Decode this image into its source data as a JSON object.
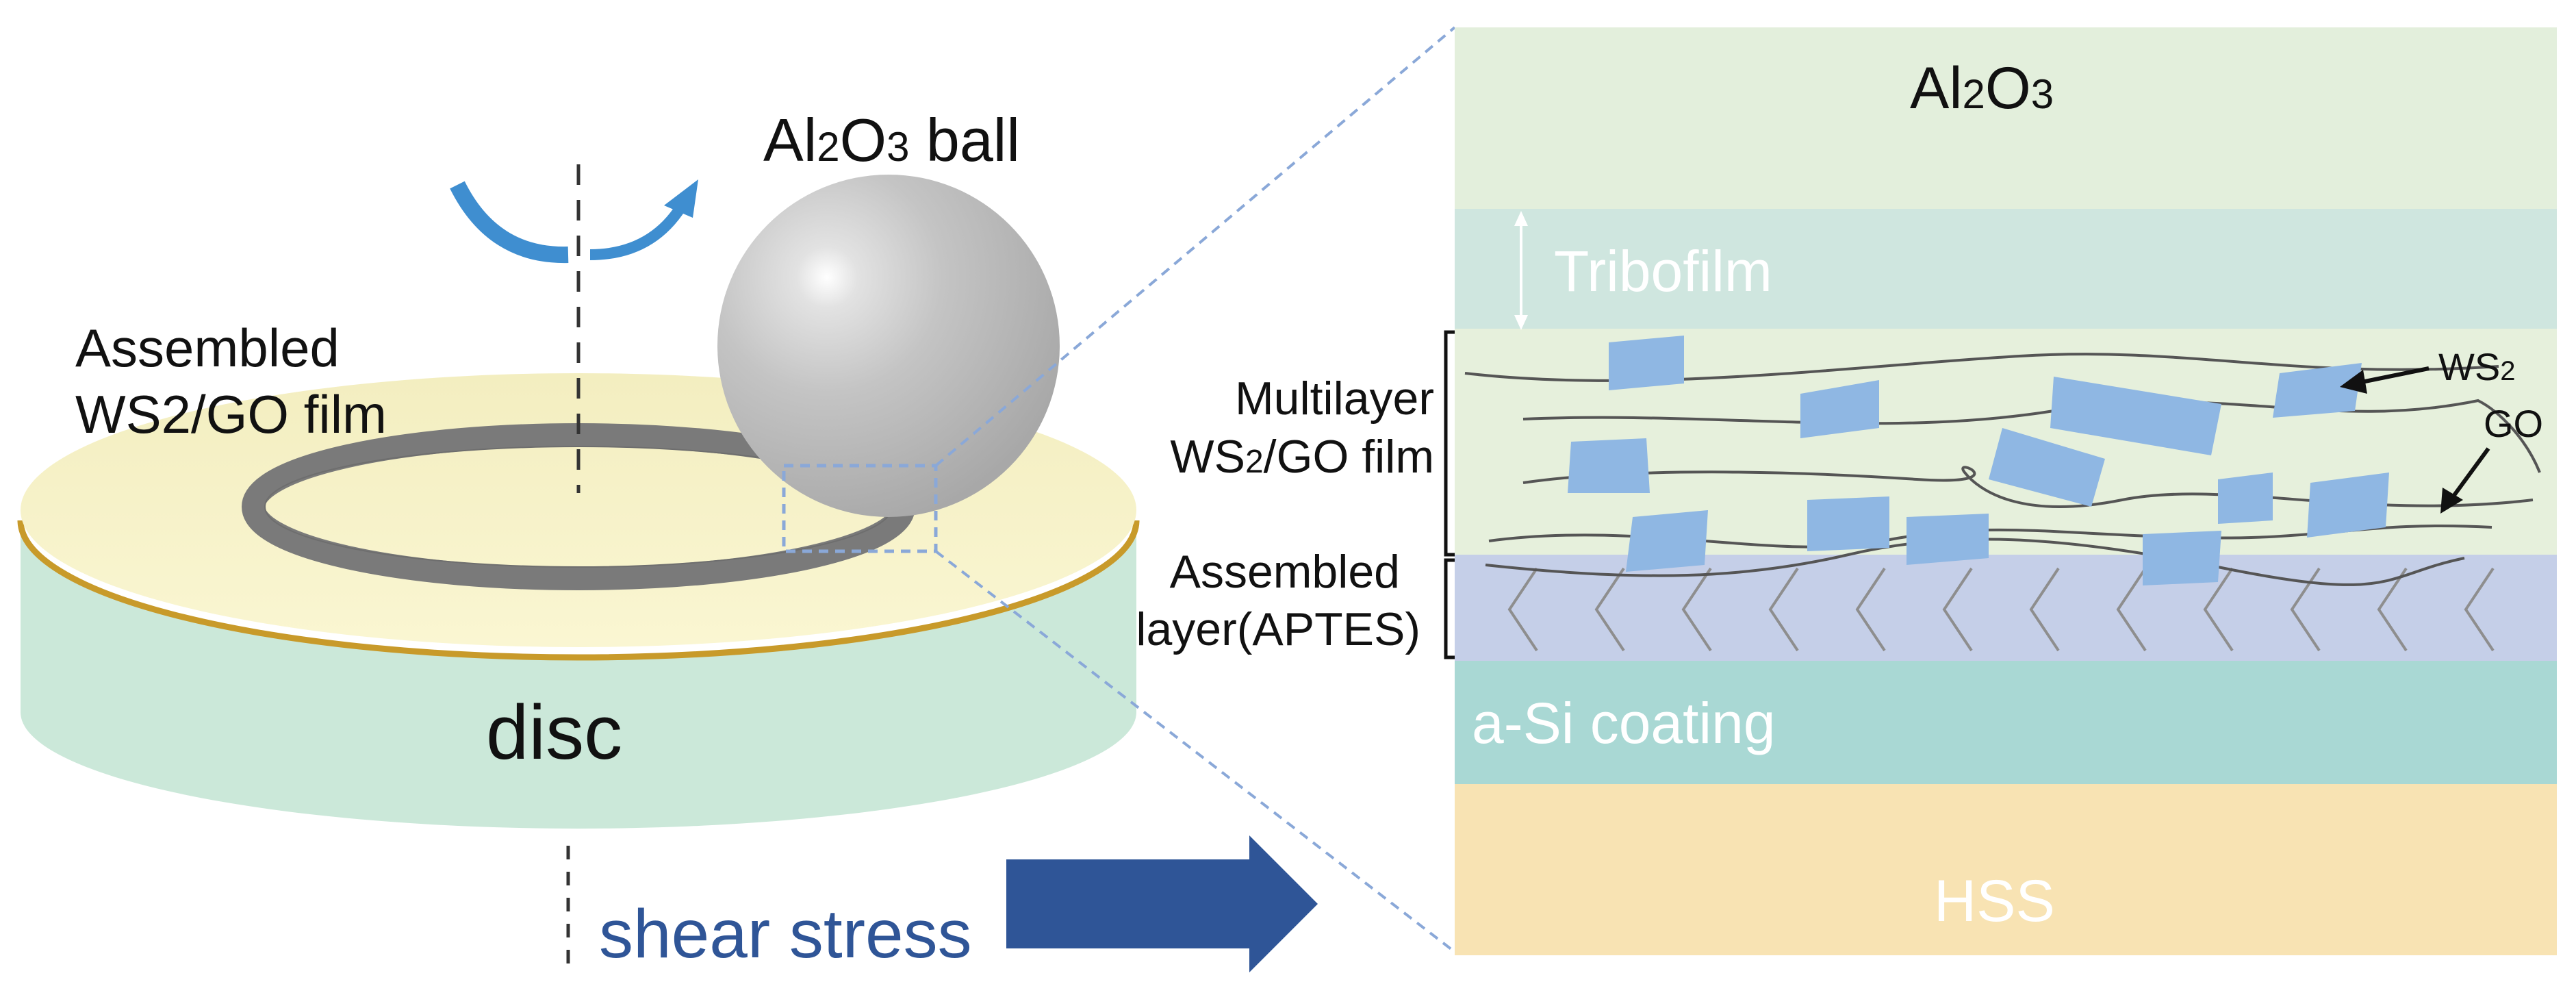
{
  "left": {
    "ball_label": {
      "main": "Al",
      "sub1": "2",
      "mid": "O",
      "sub2": "3",
      "tail": " ball"
    },
    "film_label": {
      "line1": "Assembled",
      "line2": "WS2/GO film"
    },
    "disc_label": "disc",
    "shear_label": "shear stress"
  },
  "right": {
    "top_layer": {
      "main": "Al",
      "sub1": "2",
      "mid": "O",
      "sub2": "3"
    },
    "tribofilm": "Tribofilm",
    "multilayer_label": {
      "line1": "Multilayer",
      "line2a": "WS",
      "line2sub": "2",
      "line2b": "/GO film"
    },
    "assembled_label": {
      "line1": "Assembled",
      "line2": "layer(APTES)"
    },
    "ws2_label": {
      "main": "WS",
      "sub": "2"
    },
    "go_label": "GO",
    "asi": "a-Si coating",
    "hss": "HSS"
  },
  "colors": {
    "al2o3_layer": "#e3efdc",
    "tribofilm_layer": "#cfe6df",
    "multilayer": "#e6f0dc",
    "aptes_layer": "#c5cfe8",
    "asi_layer": "#a9d8d4",
    "hss_layer": "#f8e3b3",
    "flake": "#8fb7e3",
    "disc_top": "#f6f2c3",
    "disc_side": "#cbe8d9",
    "disc_rim": "#c89a2a",
    "track": "#7a7a7a",
    "arrow_blue": "#3f8ed0",
    "shear_blue": "#2f5597"
  }
}
